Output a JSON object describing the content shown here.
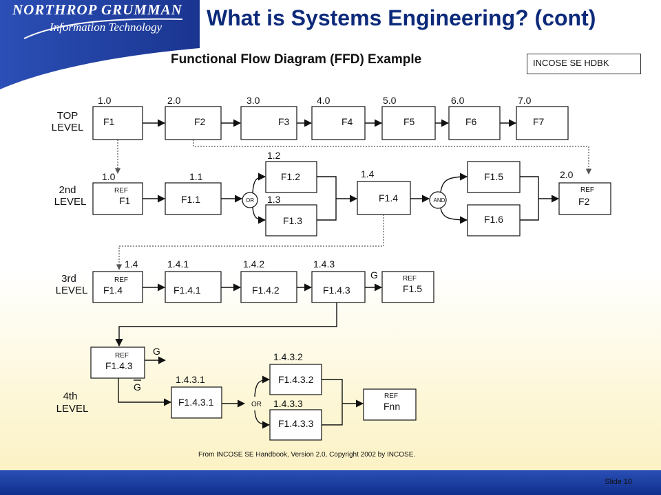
{
  "header": {
    "logo_line1": "NORTHROP GRUMMAN",
    "logo_line2": "Information Technology",
    "title": "What is Systems Engineering? (cont)",
    "subtitle": "Functional Flow Diagram (FFD) Example",
    "reference": "INCOSE SE HDBK"
  },
  "diagram": {
    "level_labels": [
      {
        "line1": "TOP",
        "line2": "LEVEL"
      },
      {
        "line1": "2nd",
        "line2": "LEVEL"
      },
      {
        "line1": "3rd",
        "line2": "LEVEL"
      },
      {
        "line1": "4th",
        "line2": "LEVEL"
      }
    ],
    "top_level": {
      "numbers": [
        "1.0",
        "2.0",
        "3.0",
        "4.0",
        "5.0",
        "6.0",
        "7.0"
      ],
      "functions": [
        "F1",
        "F2",
        "F3",
        "F4",
        "F5",
        "F6",
        "F7"
      ]
    },
    "second_level": {
      "ref_label": "REF",
      "ref_in_number": "1.0",
      "ref_in": "F1",
      "n_1_1": "1.1",
      "f_1_1": "F1.1",
      "or_label": "OR",
      "n_1_2": "1.2",
      "f_1_2": "F1.2",
      "n_1_3": "1.3",
      "f_1_3": "F1.3",
      "n_1_4": "1.4",
      "f_1_4": "F1.4",
      "and_label": "AND",
      "f_1_5": "F1.5",
      "f_1_6": "F1.6",
      "ref_out_number": "2.0",
      "ref_out": "F2"
    },
    "third_level": {
      "ref_label": "REF",
      "ref_in_number": "1.4",
      "ref_in": "F1.4",
      "n_1": "1.4.1",
      "f_1": "F1.4.1",
      "n_2": "1.4.2",
      "f_2": "F1.4.2",
      "n_3": "1.4.3",
      "f_3": "F1.4.3",
      "g_label": "G",
      "ref_out": "F1.5"
    },
    "fourth_level": {
      "ref_label": "REF",
      "ref_in": "F1.4.3",
      "g_label": "G",
      "g_bar_label": "G",
      "n_1": "1.4.3.1",
      "f_1": "F1.4.3.1",
      "or_label": "OR",
      "n_2": "1.4.3.2",
      "f_2": "F1.4.3.2",
      "n_3": "1.4.3.3",
      "f_3": "F1.4.3.3",
      "ref_out": "Fnn"
    }
  },
  "footer": {
    "credit": "From INCOSE SE Handbook, Version 2.0, Copyright 2002 by INCOSE.",
    "slide_number": "Slide 10"
  },
  "colors": {
    "header_blue": "#1a3d9e",
    "title_blue": "#0d2a7a",
    "box_fill": "#ffffff",
    "line": "#111111"
  }
}
